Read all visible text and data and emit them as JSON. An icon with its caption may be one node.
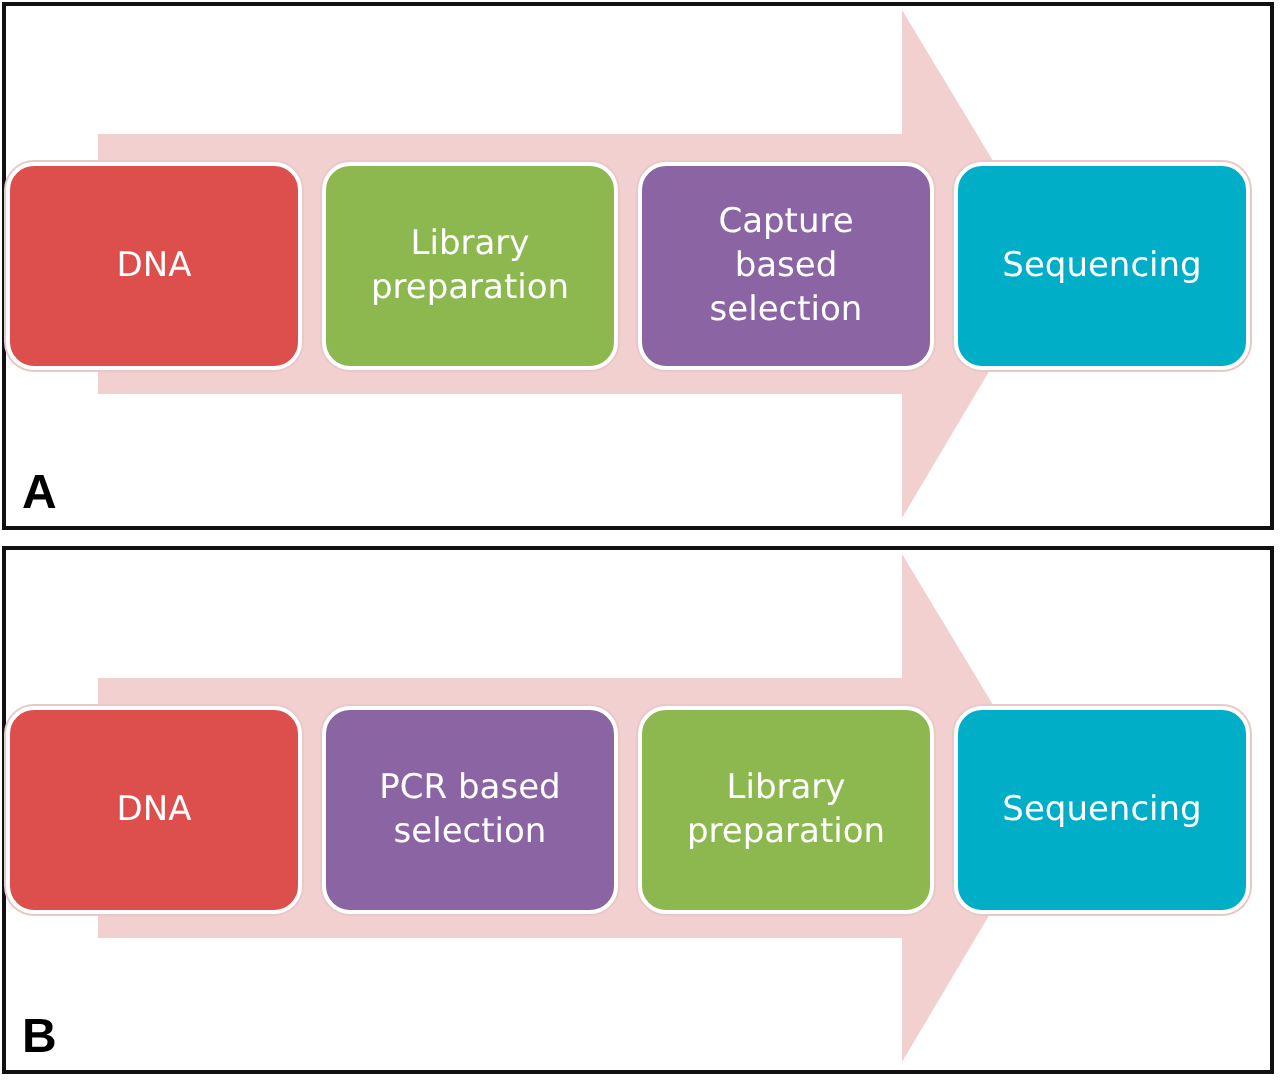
{
  "diagram": {
    "nodes": [
      {
        "text": [
          "A"
        ]
      },
      {
        "text": [
          "DNA"
        ],
        "in": 0
      },
      {
        "text": [
          "Library preparation"
        ],
        "in": 0
      },
      {
        "text": [
          "Capture based selection"
        ],
        "in": 0
      },
      {
        "text": [
          "Sequencing"
        ],
        "in": 0
      },
      {
        "text": [
          "B"
        ]
      },
      {
        "text": [
          "DNA"
        ],
        "in": 5
      },
      {
        "text": [
          "PCR based selection"
        ],
        "in": 5
      },
      {
        "text": [
          "Library preparation"
        ],
        "in": 5
      },
      {
        "text": [
          "Sequencing"
        ],
        "in": 5
      }
    ],
    "edges": [
      {
        "from": 1,
        "to": 4,
        "arrow": "to"
      },
      {
        "from": 6,
        "to": 9,
        "arrow": "to"
      }
    ]
  }
}
